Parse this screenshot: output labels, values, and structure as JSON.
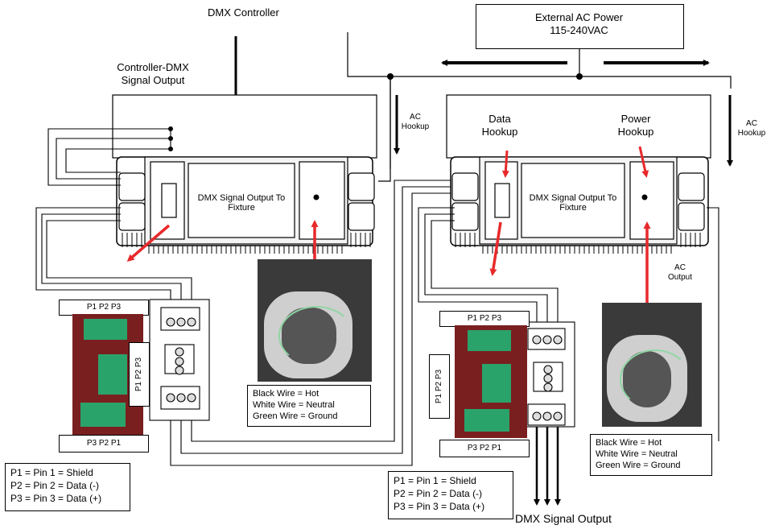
{
  "titles": {
    "dmx_controller": "DMX Controller",
    "controller_output": [
      "Controller-DMX",
      "Signal Output"
    ],
    "external_power": [
      "External AC Power",
      "115-240VAC"
    ],
    "dmx_signal_output": "DMX Signal Output"
  },
  "labels": {
    "ac_hookup_left": [
      "AC",
      "Hookup"
    ],
    "ac_hookup_right": [
      "AC",
      "Hookup"
    ],
    "data_hookup": [
      "Data",
      "Hookup"
    ],
    "power_hookup": [
      "Power",
      "Hookup"
    ],
    "ac_output": [
      "AC",
      "Output"
    ],
    "fixture_left": [
      "DMX Signal Output To",
      "Fixture"
    ],
    "fixture_right": [
      "DMX Signal Output To",
      "Fixture"
    ],
    "p123_top_left": "P1 P2 P3",
    "p123_side_left": "P1 P2 P3",
    "p321_bottom_left": "P3 P2 P1",
    "p123_top_right": "P1 P2 P3",
    "p123_side_right": "P1 P2 P3",
    "p321_bottom_right": "P3 P2 P1"
  },
  "wire_legend_left": [
    "Black Wire  =  Hot",
    "White Wire = Neutral",
    "Green Wire = Ground"
  ],
  "wire_legend_right": [
    "Black Wire  = Hot",
    "White Wire = Neutral",
    "Green Wire  = Ground"
  ],
  "pin_legend_left": [
    "P1 = Pin 1  = Shield",
    "P2 = Pin 2 = Data (-)",
    "P3 = Pin 3 = Data (+)"
  ],
  "pin_legend_right": [
    "P1 = Pin 1  = Shield",
    "P2 = Pin 2 = Data (-)",
    "P3 = Pin 3 = Data (+)"
  ],
  "colors": {
    "arrow_red": "#e8292b",
    "line": "#000000",
    "pcb_green": "#2aa36b",
    "pcb_board": "#7a1f1f"
  }
}
